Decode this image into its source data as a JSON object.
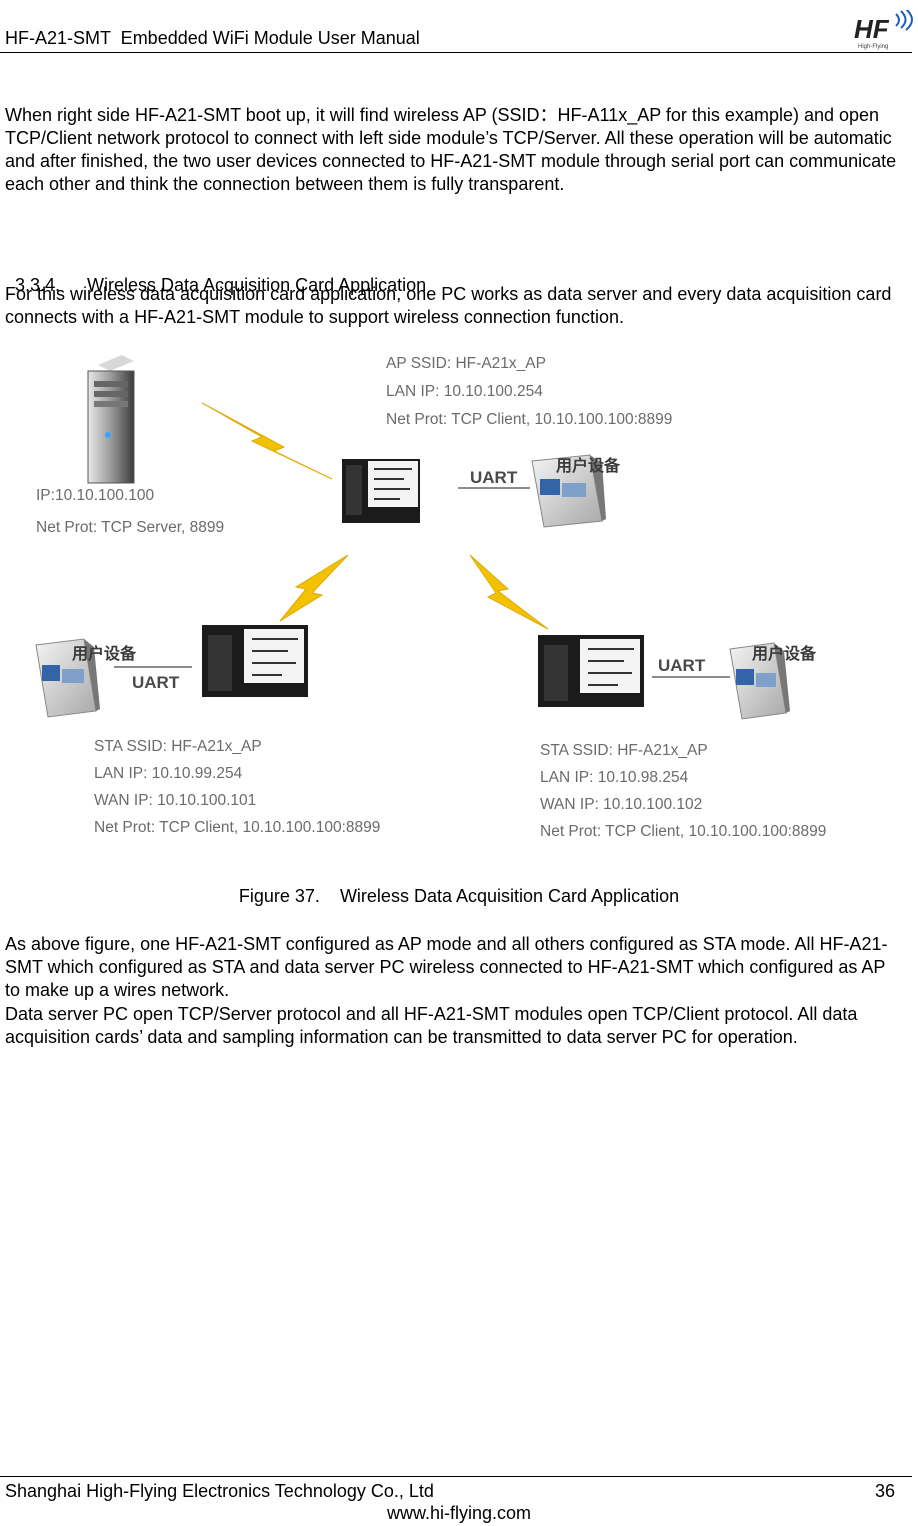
{
  "header": {
    "title": "HF-A21-SMT  Embedded WiFi Module User Manual",
    "logo_text": "HF",
    "logo_sub": "High-Flying"
  },
  "paragraphs": {
    "intro": "When right side HF-A21-SMT boot up, it will find wireless AP (SSID：HF-A11x_AP for this example) and open TCP/Client network protocol to connect with left side module’s TCP/Server. All these operation will be automatic and after finished, the two user devices connected to HF-A21-SMT module through serial port can communicate each other and think the connection between them is fully transparent.",
    "section_desc": "For this wireless data acquisition card application, one PC works as data server and every data acquisition card connects with a HF-A21-SMT module to support wireless connection function.",
    "after_fig_1": "As above figure, one HF-A21-SMT configured as AP mode and all others configured as STA mode. All HF-A21-SMT which configured as STA and data server PC wireless connected to HF-A21-SMT which configured as AP to make up a wires network.",
    "after_fig_2": "Data server PC open TCP/Server protocol and all HF-A21-SMT modules open TCP/Client protocol. All data acquisition cards’ data and sampling information can be transmitted to data server PC for operation."
  },
  "section": {
    "number": "3.3.4.",
    "title": "Wireless Data Acquisition Card Application"
  },
  "figure": {
    "ap_info": {
      "ssid": "AP SSID: HF-A21x_AP",
      "lan_ip": "LAN IP: 10.10.100.254",
      "net_prot": "Net Prot: TCP Client, 10.10.100.100:8899"
    },
    "server_info": {
      "ip": "IP:10.10.100.100",
      "net_prot": "Net Prot: TCP Server, 8899"
    },
    "sta1_info": {
      "ssid": "STA SSID: HF-A21x_AP",
      "lan_ip": "LAN IP: 10.10.99.254",
      "wan_ip": "WAN IP: 10.10.100.101",
      "net_prot": "Net Prot: TCP Client, 10.10.100.100:8899"
    },
    "sta2_info": {
      "ssid": "STA SSID: HF-A21x_AP",
      "lan_ip": "LAN IP: 10.10.98.254",
      "wan_ip": "WAN IP: 10.10.100.102",
      "net_prot": "Net Prot: TCP Client, 10.10.100.100:8899"
    },
    "uart_label": "UART",
    "device_label": "用户设备",
    "caption_number": "Figure 37.",
    "caption_title": "Wireless Data Acquisition Card Application"
  },
  "footer": {
    "company": "Shanghai High-Flying Electronics Technology Co., Ltd",
    "website": "www.hi-flying.com",
    "page_number": "36"
  },
  "colors": {
    "text": "#000000",
    "diagram_label": "#6b6b6b",
    "lightning": "#f2c200",
    "logo_blue": "#1a5fb4"
  }
}
